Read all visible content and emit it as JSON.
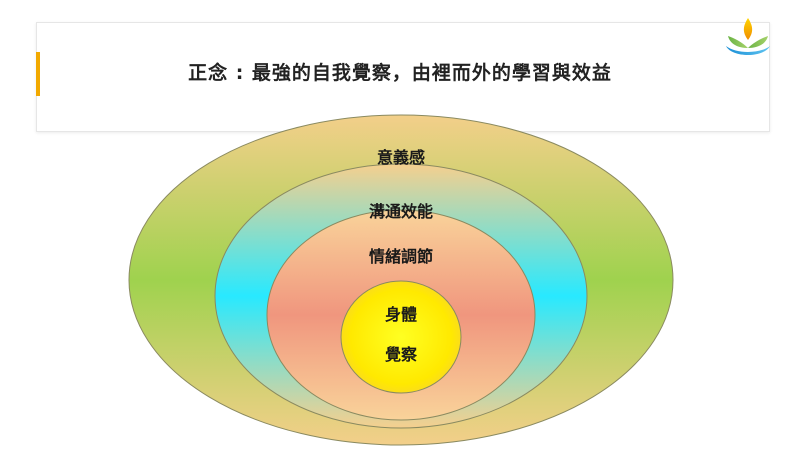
{
  "slide": {
    "title": "正念 : 最強的自我覺察，由裡而外的學習與效益"
  },
  "diagram": {
    "rings": [
      {
        "label": "意義感"
      },
      {
        "label": "溝通效能"
      },
      {
        "label": "情緒調節"
      }
    ],
    "core": {
      "line1": "身體",
      "line2": "覺察"
    }
  }
}
